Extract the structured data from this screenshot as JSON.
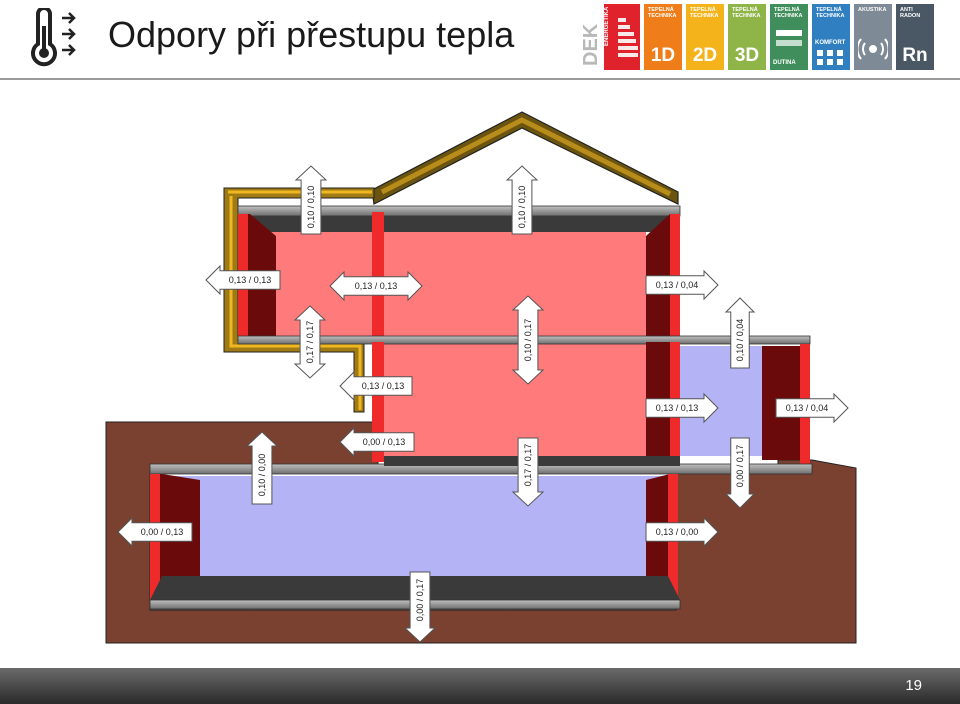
{
  "header": {
    "title": "Odpory při přestupu tepla",
    "logos": [
      {
        "name": "DEK",
        "sub": "ENERGETIKA",
        "color": "#e0222c"
      },
      {
        "top": "TEPELNÁ TECHNIKA",
        "main": "1D",
        "color": "#ef7d1a"
      },
      {
        "top": "TEPELNÁ TECHNIKA",
        "main": "2D",
        "color": "#f5b31b"
      },
      {
        "top": "TEPELNÁ TECHNIKA",
        "main": "3D",
        "color": "#8fb548"
      },
      {
        "top": "TEPELNÁ TECHNIKA",
        "main": "DUTINA",
        "color": "#3f8e5b"
      },
      {
        "top": "TEPELNÁ TECHNIKA",
        "main": "KOMFORT",
        "color": "#2f7fc1"
      },
      {
        "top": "AKUSTIKA",
        "main": "",
        "color": "#7e8a96"
      },
      {
        "top": "ANTI RADON",
        "main": "Rn",
        "color": "#4a5865"
      }
    ]
  },
  "labels": {
    "a1": "0,10 / 0,10",
    "a2": "0,10 / 0,10",
    "a3": "0,13 / 0,13",
    "a4": "0,13 / 0,13",
    "a5": "0,13 / 0,04",
    "a6": "0,17 / 0,17",
    "a7": "0,10 / 0,17",
    "a8": "0,10 / 0,04",
    "a9": "0,13 / 0,13",
    "a10": "0,13 / 0,13",
    "a11": "0,13 / 0,04",
    "a12": "0,00 / 0,13",
    "a13": "0,10 / 0,00",
    "a14": "0,17 / 0,17",
    "a15": "0,00 / 0,17",
    "a16": "0,00 / 0,13",
    "a17": "0,13 / 0,00",
    "a18": "0,00 / 0,17"
  },
  "footer": {
    "page_number": "19"
  }
}
